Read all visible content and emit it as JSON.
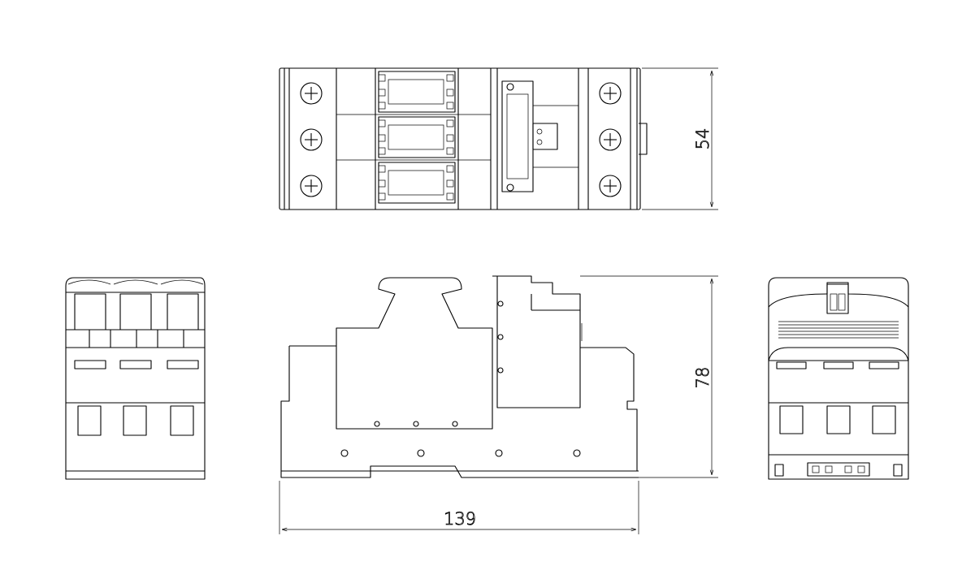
{
  "dimensions": {
    "depth": "54",
    "height": "78",
    "length": "139"
  }
}
